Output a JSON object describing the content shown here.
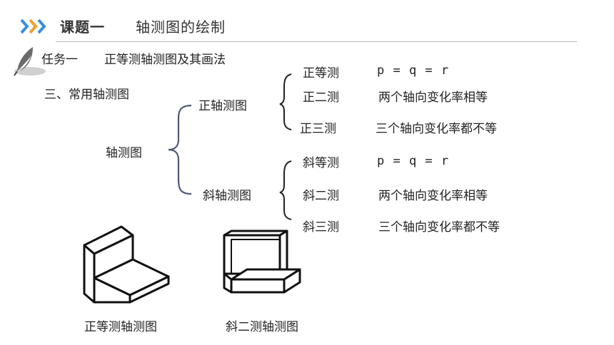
{
  "header": {
    "lesson_label": "课题一",
    "lesson_topic": "轴测图的绘制",
    "chevron_color": "#3a8fd8",
    "accent_color": "#f0a030"
  },
  "task": {
    "label": "任务一",
    "title": "正等测轴测图及其画法"
  },
  "section": {
    "heading": "三、常用轴测图"
  },
  "classification": {
    "root": "轴测图",
    "groups": [
      {
        "name": "正轴测图",
        "items": [
          {
            "name": "正等测",
            "rule": "p = q = r"
          },
          {
            "name": "正二测",
            "rule": "两个轴向变化率相等"
          },
          {
            "name": "正三测",
            "rule": "三个轴向变化率都不等"
          }
        ]
      },
      {
        "name": "斜轴测图",
        "items": [
          {
            "name": "斜等测",
            "rule": "p = q = r"
          },
          {
            "name": "斜二测",
            "rule": "两个轴向变化率相等"
          },
          {
            "name": "斜三测",
            "rule": "三个轴向变化率都不等"
          }
        ]
      }
    ]
  },
  "figures": [
    {
      "caption": "正等测轴测图"
    },
    {
      "caption": "斜二测轴测图"
    }
  ]
}
